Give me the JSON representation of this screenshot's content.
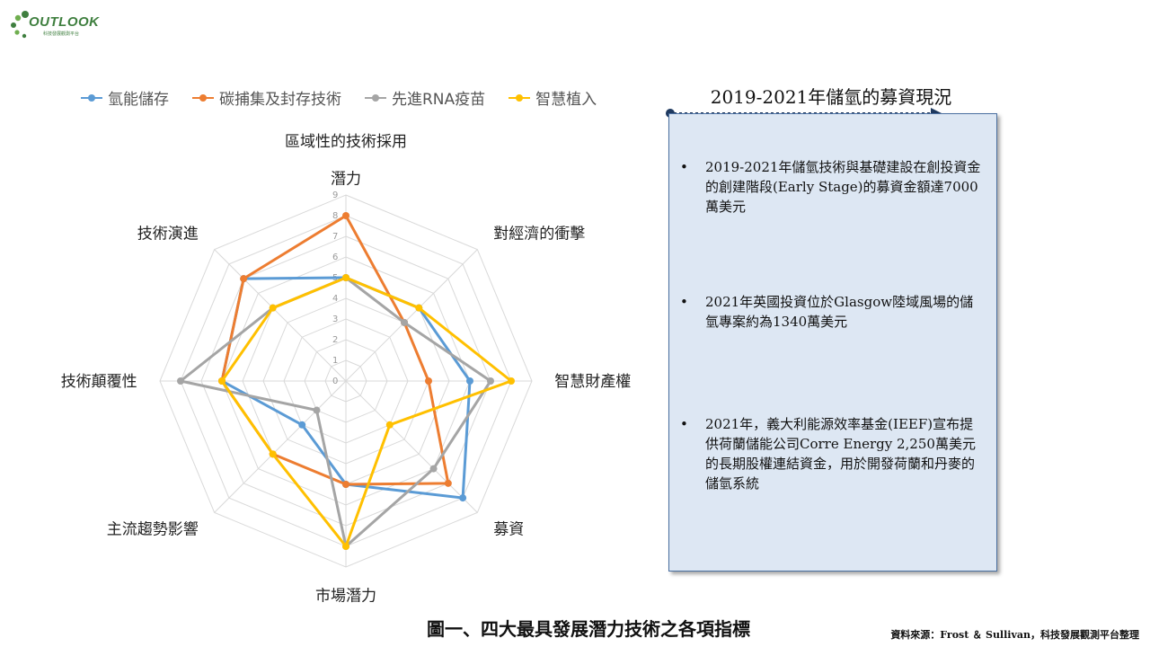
{
  "logo": {
    "brand": "OUTLOOK",
    "subtitle": "科技發展觀測平台"
  },
  "chart_data": {
    "type": "radar",
    "title": "區域性的技術採用",
    "axes": [
      "潛力",
      "對經濟的衝擊",
      "智慧財產權",
      "募資",
      "市場潛力",
      "主流趨勢影響",
      "技術顛覆性",
      "技術演進"
    ],
    "range": [
      0,
      9
    ],
    "ticks": [
      "0",
      "1",
      "2",
      "3",
      "4",
      "5",
      "6",
      "7",
      "8",
      "9"
    ],
    "legend_position": "top",
    "series": [
      {
        "name": "氫能儲存",
        "color": "#5b9bd5",
        "values": [
          5,
          5,
          6,
          8,
          5,
          3,
          6,
          7
        ]
      },
      {
        "name": "碳捕集及封存技術",
        "color": "#ed7d31",
        "values": [
          8,
          4,
          4,
          7,
          5,
          5,
          6,
          7
        ]
      },
      {
        "name": "先進RNA疫苗",
        "color": "#a5a5a5",
        "values": [
          5,
          4,
          7,
          6,
          8,
          2,
          8,
          5
        ]
      },
      {
        "name": "智慧植入",
        "color": "#ffc000",
        "values": [
          5,
          5,
          8,
          3,
          8,
          5,
          6,
          5
        ]
      }
    ]
  },
  "panel": {
    "title": "2019-2021年儲氫的募資現況",
    "bullets": [
      "2019-2021年儲氫技術與基礎建設在創投資金的創建階段(Early Stage)的募資金額達7000萬美元",
      "2021年英國投資位於Glasgow陸域風場的儲氫專案約為1340萬美元",
      "2021年，義大利能源效率基金(IEEF)宣布提供荷蘭儲能公司Corre Energy 2,250萬美元的長期股權連結資金，用於開發荷蘭和丹麥的儲氫系統"
    ]
  },
  "caption": "圖一、四大最具發展潛力技術之各項指標",
  "source": "資料來源：Frost ＆ Sullivan，科技發展觀測平台整理"
}
